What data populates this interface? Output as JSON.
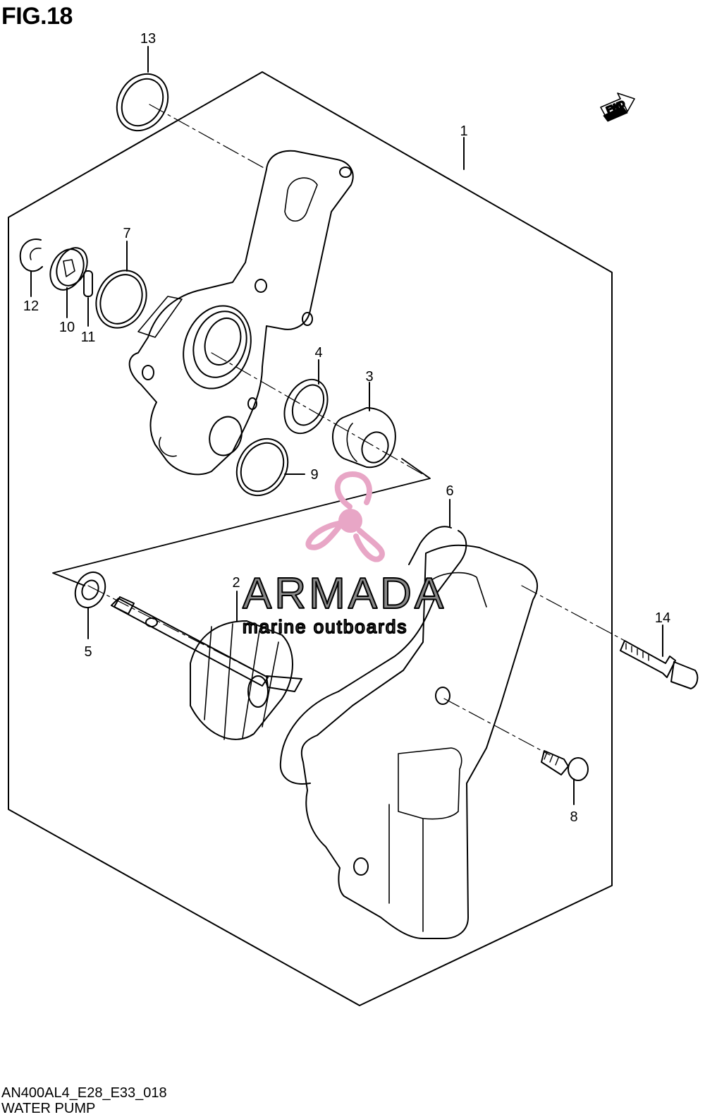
{
  "figure": {
    "title": "FIG.18"
  },
  "footer": {
    "code": "AN400AL4_E28_E33_018",
    "caption": "WATER PUMP"
  },
  "direction_badge": {
    "text": "FWD"
  },
  "watermark": {
    "name": "ARMADA",
    "tagline": "marine outboards",
    "logo_color": "#e8a6c6",
    "text_color": "#8a8a8a"
  },
  "callouts": {
    "c1": "1",
    "c2": "2",
    "c3": "3",
    "c4": "4",
    "c5": "5",
    "c6": "6",
    "c7": "7",
    "c8": "8",
    "c9": "9",
    "c10": "10",
    "c11": "11",
    "c12": "12",
    "c13": "13",
    "c14": "14"
  }
}
